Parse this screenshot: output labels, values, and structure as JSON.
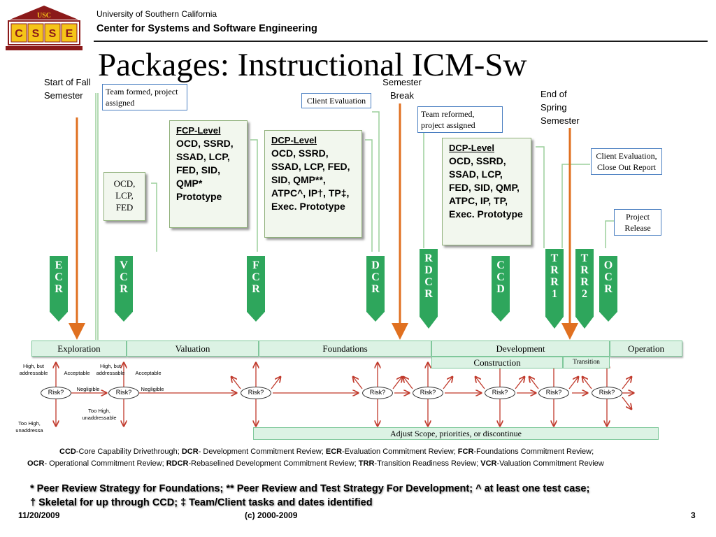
{
  "logo": {
    "top": "USC",
    "letters": [
      "C",
      "S",
      "S",
      "E"
    ]
  },
  "header": {
    "university": "University of Southern California",
    "center": "Center for Systems and Software Engineering"
  },
  "title": "Packages: Instructional ICM-Sw",
  "annotations": {
    "start": "Start of Fall Semester",
    "break": "Semester Break",
    "end": "End of Spring Semester"
  },
  "notes": {
    "team_formed": "Team formed, project assigned",
    "client_eval": "Client Evaluation",
    "team_reformed": "Team reformed, project assigned",
    "client_eval_closeout": "Client Evaluation, Close Out Report",
    "project_release": "Project Release"
  },
  "packages": {
    "vcr": {
      "text": "OCD, LCP, FED"
    },
    "fcp": {
      "head": "FCP-Level",
      "body": "OCD, SSRD, SSAD, LCP, FED, SID, QMP* Prototype"
    },
    "dcp1": {
      "head": "DCP-Level",
      "body": "OCD, SSRD, SSAD, LCP, FED, SID, QMP**, ATPC^, IP†, TP‡, Exec. Prototype"
    },
    "dcp2": {
      "head": "DCP-Level",
      "body": "OCD, SSRD, SSAD, LCP, FED, SID, QMP, ATPC, IP, TP, Exec. Prototype"
    }
  },
  "milestones": [
    {
      "name": "ecr",
      "letters": "E C R"
    },
    {
      "name": "vcr",
      "letters": "V C R"
    },
    {
      "name": "fcr",
      "letters": "F C R"
    },
    {
      "name": "dcr",
      "letters": "D C R"
    },
    {
      "name": "rdcr",
      "letters": "R D C R"
    },
    {
      "name": "ccd",
      "letters": "C C D"
    },
    {
      "name": "trr1",
      "letters": "T R R 1"
    },
    {
      "name": "trr2",
      "letters": "T R R 2"
    },
    {
      "name": "ocr",
      "letters": "O C R"
    }
  ],
  "phases": {
    "exploration": "Exploration",
    "valuation": "Valuation",
    "foundations": "Foundations",
    "development": "Development",
    "operation": "Operation",
    "construction": "Construction",
    "transition": "Transition"
  },
  "risk": {
    "label": "Risk?",
    "high_but_addressable": "High, but addressable",
    "acceptable": "Acceptable",
    "negligible": "Negligible",
    "too_high_unaddressable": "Too High, unaddressable",
    "too_high_left": "Too High, unaddressa",
    "adjust": "Adjust Scope, priorities, or discontinue"
  },
  "legend": {
    "line1": [
      {
        "abbr": "CCD",
        "def": "-Core Capability Drivethrough; "
      },
      {
        "abbr": "DCR",
        "def": "- Development Commitment Review; "
      },
      {
        "abbr": "ECR",
        "def": "-Evaluation Commitment Review; "
      },
      {
        "abbr": "FCR",
        "def": "-Foundations Commitment Review;"
      }
    ],
    "line2": [
      {
        "abbr": "OCR",
        "def": "- Operational Commitment Review; "
      },
      {
        "abbr": "RDCR",
        "def": "-Rebaselined Development Commitment Review; "
      },
      {
        "abbr": "TRR",
        "def": "-Transition Readiness Review; "
      },
      {
        "abbr": "VCR",
        "def": "-Valuation Commitment Review"
      }
    ]
  },
  "footnotes": {
    "line1": "* Peer Review Strategy for Foundations;  ** Peer Review and Test Strategy For Development;  ^ at least one test case;",
    "line2": "† Skeletal for up through CCD;  ‡ Team/Client tasks and dates identified"
  },
  "footer": {
    "date": "11/20/2009",
    "copyright": "(c) 2000-2009",
    "page": "3"
  },
  "colors": {
    "milestone": "#2ea65c",
    "phase_fill": "#dcf2e4",
    "arrow_orange": "#e07020",
    "arrow_red": "#c0392b",
    "line_green": "#9ccf9c"
  }
}
